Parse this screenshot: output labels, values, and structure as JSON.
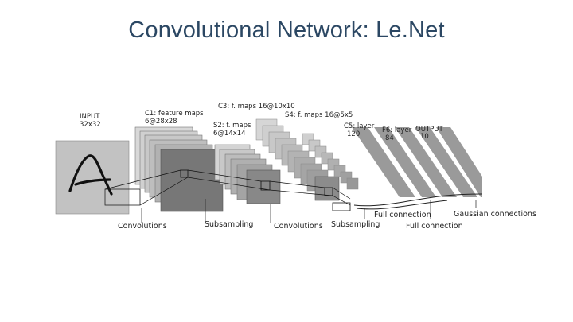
{
  "title": "Convolutional Network: Le.Net",
  "layers": {
    "input": [
      "INPUT",
      "32x32"
    ],
    "c1": [
      "C1: feature maps",
      "6@28x28"
    ],
    "s2": [
      "S2: f. maps",
      "6@14x14"
    ],
    "c3": [
      "C3: f. maps 16@10x10"
    ],
    "s4": [
      "S4: f. maps 16@5x5"
    ],
    "c5": [
      "C5: layer",
      "120"
    ],
    "f6": [
      "F6: layer",
      "84"
    ],
    "output": [
      "OUTPUT",
      "10"
    ]
  },
  "operations": {
    "convolutions_1": "Convolutions",
    "subsampling_1": "Subsampling",
    "convolutions_2": "Convolutions",
    "subsampling_2": "Subsampling",
    "full_connection_1": "Full connection",
    "full_connection_2": "Full connection",
    "gaussian": "Gaussian connections"
  }
}
